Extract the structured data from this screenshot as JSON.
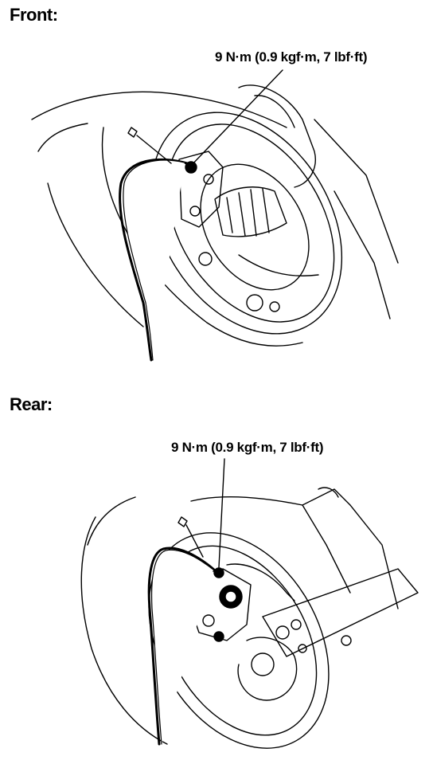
{
  "front": {
    "heading": "Front:",
    "torque_label": "9 N·m (0.9 kgf·m, 7 lbf·ft)"
  },
  "rear": {
    "heading": "Rear:",
    "torque_label": "9 N·m (0.9 kgf·m, 7 lbf·ft)"
  }
}
